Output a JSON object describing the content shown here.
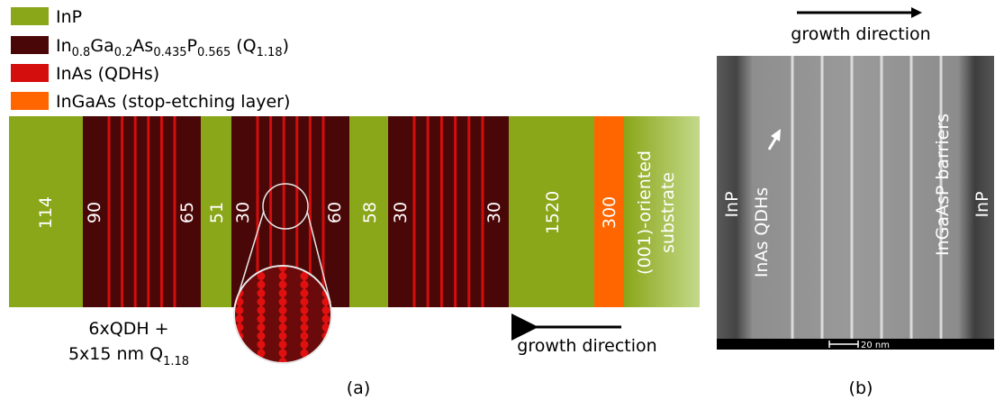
{
  "legend": {
    "items": [
      {
        "label_parts": [
          {
            "t": "InP"
          }
        ],
        "color": "#8aa619"
      },
      {
        "label_parts": [
          {
            "t": "In"
          },
          {
            "t": "0.8",
            "sub": true
          },
          {
            "t": "Ga"
          },
          {
            "t": "0.2",
            "sub": true
          },
          {
            "t": "As"
          },
          {
            "t": "0.435",
            "sub": true
          },
          {
            "t": "P"
          },
          {
            "t": "0.565",
            "sub": true
          },
          {
            "t": " (Q"
          },
          {
            "t": "1.18",
            "sub": true
          },
          {
            "t": ")"
          }
        ],
        "color": "#4a0707"
      },
      {
        "label_parts": [
          {
            "t": "InAs (QDHs)"
          }
        ],
        "color": "#d40d0d"
      },
      {
        "label_parts": [
          {
            "t": "InGaAs (stop-etching layer)"
          }
        ],
        "color": "#ff6600"
      }
    ]
  },
  "layers": [
    {
      "label": "114",
      "material": "InP"
    },
    {
      "label": "90",
      "material": "Q",
      "label2": "65"
    },
    {
      "label": "51",
      "material": "InP"
    },
    {
      "label": "30",
      "material": "Q",
      "label2": "60"
    },
    {
      "label": "58",
      "material": "InP"
    },
    {
      "label": "30",
      "material": "Q",
      "label2": "30"
    },
    {
      "label": "1520",
      "material": "InP"
    },
    {
      "label": "300",
      "material": "InGaAs"
    },
    {
      "label": "(001)-oriented",
      "label2": "substrate",
      "material": "substrate"
    }
  ],
  "annotations": {
    "qdh_line1": "6xQDH +",
    "qdh_line2_prefix": "5x15 nm Q",
    "qdh_line2_sub": "1.18",
    "growth_left": "growth direction",
    "panel_a": "(a)",
    "panel_b": "(b)"
  },
  "micrograph": {
    "title": "growth direction",
    "left_label": "InP",
    "right_label": "InP",
    "qdh_label": "InAs QDHs",
    "barrier_label": "InGaAsP barriers",
    "scale_label": "20 nm"
  },
  "colors": {
    "inp": "#8aa619",
    "q": "#4a0707",
    "inas": "#d40d0d",
    "ingaas": "#ff6600",
    "substrate_light": "#b6cc6a"
  }
}
